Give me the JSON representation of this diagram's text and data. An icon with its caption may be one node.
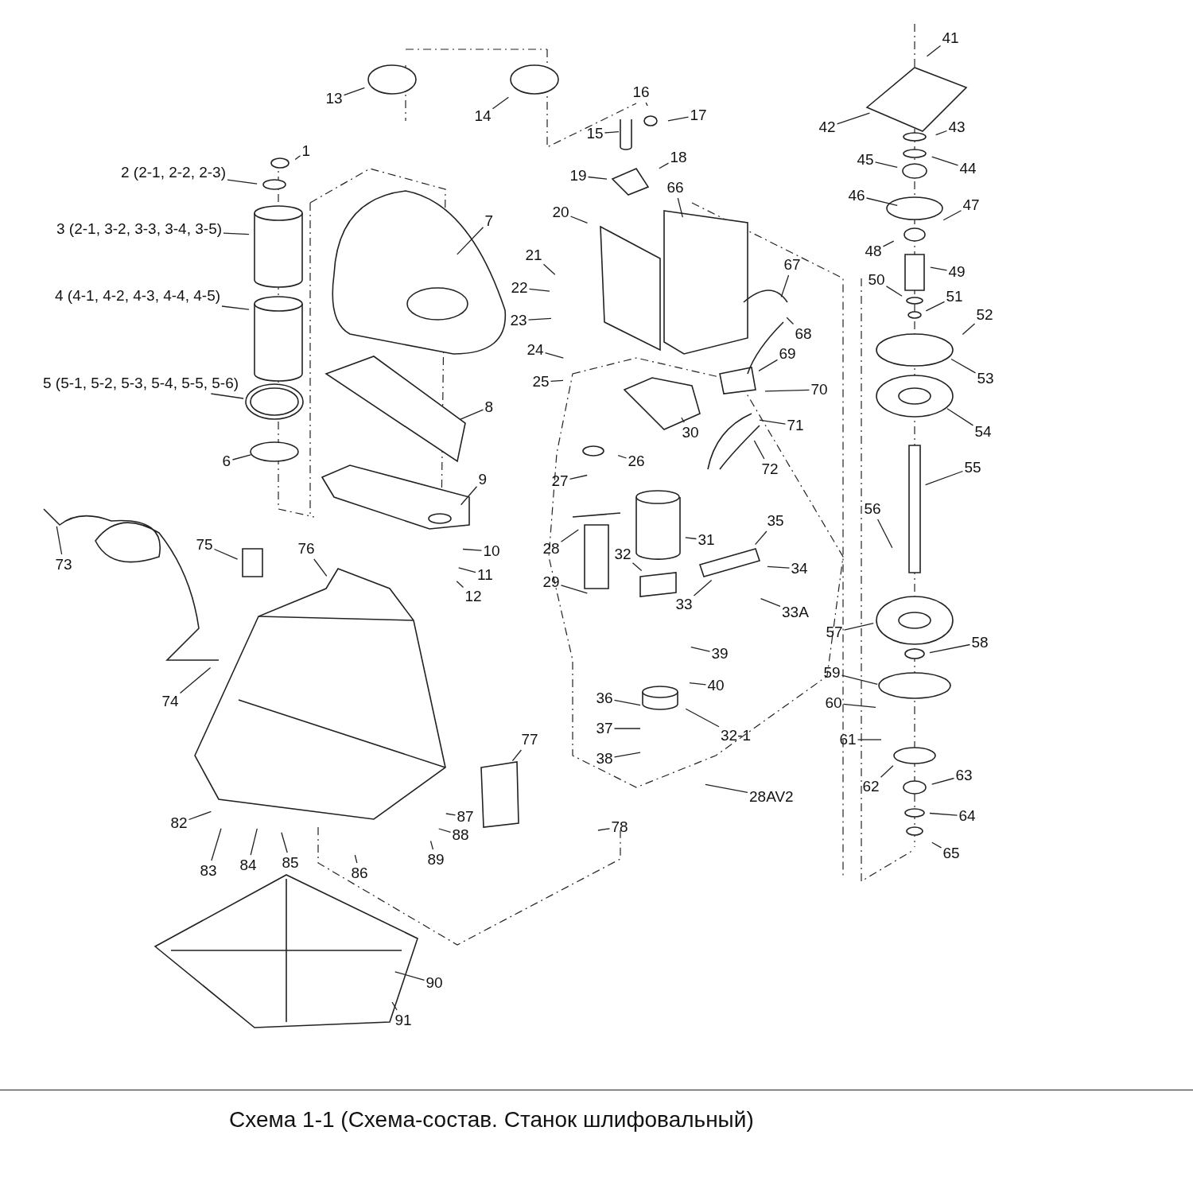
{
  "diagram": {
    "caption": "Схема 1-1 (Схема-состав. Станок шлифовальный)",
    "nodes": [
      {
        "text": [
          "1"
        ]
      },
      {
        "text": [
          "2 (2-1, 2-2, 2-3)"
        ]
      },
      {
        "text": [
          "3 (2-1, 3-2, 3-3, 3-4, 3-5)"
        ]
      },
      {
        "text": [
          "4 (4-1, 4-2, 4-3, 4-4, 4-5)"
        ]
      },
      {
        "text": [
          "5 (5-1, 5-2, 5-3, 5-4, 5-5, 5-6)"
        ]
      },
      {
        "text": [
          "6"
        ]
      },
      {
        "text": [
          "7"
        ]
      },
      {
        "text": [
          "8"
        ]
      },
      {
        "text": [
          "9"
        ]
      },
      {
        "text": [
          "10"
        ]
      },
      {
        "text": [
          "11"
        ]
      },
      {
        "text": [
          "12"
        ]
      },
      {
        "text": [
          "13"
        ]
      },
      {
        "text": [
          "14"
        ]
      },
      {
        "text": [
          "15"
        ]
      },
      {
        "text": [
          "16"
        ]
      },
      {
        "text": [
          "17"
        ]
      },
      {
        "text": [
          "18"
        ]
      },
      {
        "text": [
          "19"
        ]
      },
      {
        "text": [
          "20"
        ]
      },
      {
        "text": [
          "21"
        ]
      },
      {
        "text": [
          "22"
        ]
      },
      {
        "text": [
          "23"
        ]
      },
      {
        "text": [
          "24"
        ]
      },
      {
        "text": [
          "25"
        ]
      },
      {
        "text": [
          "26"
        ]
      },
      {
        "text": [
          "27"
        ]
      },
      {
        "text": [
          "28"
        ]
      },
      {
        "text": [
          "29"
        ]
      },
      {
        "text": [
          "30"
        ]
      },
      {
        "text": [
          "31"
        ]
      },
      {
        "text": [
          "32"
        ]
      },
      {
        "text": [
          "33"
        ]
      },
      {
        "text": [
          "34"
        ]
      },
      {
        "text": [
          "35"
        ]
      },
      {
        "text": [
          "33A"
        ]
      },
      {
        "text": [
          "36"
        ]
      },
      {
        "text": [
          "37"
        ]
      },
      {
        "text": [
          "38"
        ]
      },
      {
        "text": [
          "39"
        ]
      },
      {
        "text": [
          "40"
        ]
      },
      {
        "text": [
          "32-1"
        ]
      },
      {
        "text": [
          "28AV2"
        ]
      },
      {
        "text": [
          "41"
        ]
      },
      {
        "text": [
          "42"
        ]
      },
      {
        "text": [
          "43"
        ]
      },
      {
        "text": [
          "44"
        ]
      },
      {
        "text": [
          "45"
        ]
      },
      {
        "text": [
          "46"
        ]
      },
      {
        "text": [
          "47"
        ]
      },
      {
        "text": [
          "48"
        ]
      },
      {
        "text": [
          "49"
        ]
      },
      {
        "text": [
          "50"
        ]
      },
      {
        "text": [
          "51"
        ]
      },
      {
        "text": [
          "52"
        ]
      },
      {
        "text": [
          "53"
        ]
      },
      {
        "text": [
          "54"
        ]
      },
      {
        "text": [
          "55"
        ]
      },
      {
        "text": [
          "56"
        ]
      },
      {
        "text": [
          "57"
        ]
      },
      {
        "text": [
          "58"
        ]
      },
      {
        "text": [
          "59"
        ]
      },
      {
        "text": [
          "60"
        ]
      },
      {
        "text": [
          "61"
        ]
      },
      {
        "text": [
          "62"
        ]
      },
      {
        "text": [
          "63"
        ]
      },
      {
        "text": [
          "64"
        ]
      },
      {
        "text": [
          "65"
        ]
      },
      {
        "text": [
          "66"
        ]
      },
      {
        "text": [
          "67"
        ]
      },
      {
        "text": [
          "68"
        ]
      },
      {
        "text": [
          "69"
        ]
      },
      {
        "text": [
          "70"
        ]
      },
      {
        "text": [
          "71"
        ]
      },
      {
        "text": [
          "72"
        ]
      },
      {
        "text": [
          "73"
        ]
      },
      {
        "text": [
          "74"
        ]
      },
      {
        "text": [
          "75"
        ]
      },
      {
        "text": [
          "76"
        ]
      },
      {
        "text": [
          "77"
        ]
      },
      {
        "text": [
          "78"
        ]
      },
      {
        "text": [
          "82"
        ]
      },
      {
        "text": [
          "83"
        ]
      },
      {
        "text": [
          "84"
        ]
      },
      {
        "text": [
          "85"
        ]
      },
      {
        "text": [
          "86"
        ]
      },
      {
        "text": [
          "87"
        ]
      },
      {
        "text": [
          "88"
        ]
      },
      {
        "text": [
          "89"
        ]
      },
      {
        "text": [
          "90"
        ]
      },
      {
        "text": [
          "91"
        ]
      }
    ],
    "edges": [
      {
        "from": 0,
        "to": null,
        "arrow": "none"
      },
      {
        "from": 1,
        "to": null,
        "arrow": "none"
      },
      {
        "from": 2,
        "to": null,
        "arrow": "none"
      },
      {
        "from": 3,
        "to": null,
        "arrow": "none"
      },
      {
        "from": 4,
        "to": null,
        "arrow": "none"
      },
      {
        "from": 5,
        "to": null,
        "arrow": "none"
      },
      {
        "from": 6,
        "to": null,
        "arrow": "none"
      },
      {
        "from": 7,
        "to": null,
        "arrow": "none"
      },
      {
        "from": 8,
        "to": null,
        "arrow": "none"
      },
      {
        "from": 9,
        "to": null,
        "arrow": "none"
      },
      {
        "from": 10,
        "to": null,
        "arrow": "none"
      },
      {
        "from": 11,
        "to": null,
        "arrow": "none"
      },
      {
        "from": 12,
        "to": null,
        "arrow": "none"
      },
      {
        "from": 13,
        "to": null,
        "arrow": "none"
      },
      {
        "from": 14,
        "to": null,
        "arrow": "none"
      },
      {
        "from": 15,
        "to": null,
        "arrow": "none"
      },
      {
        "from": 16,
        "to": null,
        "arrow": "none"
      },
      {
        "from": 17,
        "to": null,
        "arrow": "none"
      },
      {
        "from": 18,
        "to": null,
        "arrow": "none"
      },
      {
        "from": 19,
        "to": null,
        "arrow": "none"
      },
      {
        "from": 20,
        "to": null,
        "arrow": "none"
      },
      {
        "from": 21,
        "to": null,
        "arrow": "none"
      },
      {
        "from": 22,
        "to": null,
        "arrow": "none"
      },
      {
        "from": 23,
        "to": null,
        "arrow": "none"
      },
      {
        "from": 24,
        "to": null,
        "arrow": "none"
      },
      {
        "from": 25,
        "to": null,
        "arrow": "none"
      },
      {
        "from": 26,
        "to": null,
        "arrow": "none"
      },
      {
        "from": 27,
        "to": null,
        "arrow": "none"
      },
      {
        "from": 28,
        "to": null,
        "arrow": "none"
      },
      {
        "from": 29,
        "to": null,
        "arrow": "none"
      },
      {
        "from": 30,
        "to": null,
        "arrow": "none"
      },
      {
        "from": 31,
        "to": null,
        "arrow": "none"
      },
      {
        "from": 32,
        "to": null,
        "arrow": "none"
      },
      {
        "from": 33,
        "to": null,
        "arrow": "none"
      },
      {
        "from": 34,
        "to": null,
        "arrow": "none"
      },
      {
        "from": 35,
        "to": null,
        "arrow": "none"
      },
      {
        "from": 36,
        "to": null,
        "arrow": "none"
      },
      {
        "from": 37,
        "to": null,
        "arrow": "none"
      },
      {
        "from": 38,
        "to": null,
        "arrow": "none"
      },
      {
        "from": 39,
        "to": null,
        "arrow": "none"
      },
      {
        "from": 40,
        "to": null,
        "arrow": "none"
      },
      {
        "from": 41,
        "to": null,
        "arrow": "none"
      },
      {
        "from": 42,
        "to": null,
        "arrow": "none"
      },
      {
        "from": 43,
        "to": null,
        "arrow": "none"
      },
      {
        "from": 44,
        "to": null,
        "arrow": "none"
      },
      {
        "from": 45,
        "to": null,
        "arrow": "none"
      },
      {
        "from": 46,
        "to": null,
        "arrow": "none"
      },
      {
        "from": 47,
        "to": null,
        "arrow": "none"
      },
      {
        "from": 48,
        "to": null,
        "arrow": "none"
      },
      {
        "from": 49,
        "to": null,
        "arrow": "none"
      },
      {
        "from": 50,
        "to": null,
        "arrow": "none"
      },
      {
        "from": 51,
        "to": null,
        "arrow": "none"
      },
      {
        "from": 52,
        "to": null,
        "arrow": "none"
      },
      {
        "from": 53,
        "to": null,
        "arrow": "none"
      },
      {
        "from": 54,
        "to": null,
        "arrow": "none"
      },
      {
        "from": 55,
        "to": null,
        "arrow": "none"
      },
      {
        "from": 56,
        "to": null,
        "arrow": "none"
      },
      {
        "from": 57,
        "to": null,
        "arrow": "none"
      },
      {
        "from": 58,
        "to": null,
        "arrow": "none"
      },
      {
        "from": 59,
        "to": null,
        "arrow": "none"
      },
      {
        "from": 60,
        "to": null,
        "arrow": "none"
      },
      {
        "from": 61,
        "to": null,
        "arrow": "none"
      },
      {
        "from": 62,
        "to": null,
        "arrow": "none"
      },
      {
        "from": 63,
        "to": null,
        "arrow": "none"
      },
      {
        "from": 64,
        "to": null,
        "arrow": "none"
      },
      {
        "from": 65,
        "to": null,
        "arrow": "none"
      },
      {
        "from": 66,
        "to": null,
        "arrow": "none"
      },
      {
        "from": 67,
        "to": null,
        "arrow": "none"
      },
      {
        "from": 68,
        "to": null,
        "arrow": "none"
      },
      {
        "from": 69,
        "to": null,
        "arrow": "none"
      },
      {
        "from": 70,
        "to": null,
        "arrow": "none"
      },
      {
        "from": 71,
        "to": null,
        "arrow": "none"
      },
      {
        "from": 72,
        "to": null,
        "arrow": "none"
      },
      {
        "from": 73,
        "to": null,
        "arrow": "none"
      },
      {
        "from": 74,
        "to": null,
        "arrow": "none"
      },
      {
        "from": 75,
        "to": null,
        "arrow": "none"
      },
      {
        "from": 76,
        "to": null,
        "arrow": "none"
      },
      {
        "from": 77,
        "to": null,
        "arrow": "none"
      },
      {
        "from": 78,
        "to": null,
        "arrow": "none"
      },
      {
        "from": 79,
        "to": null,
        "arrow": "none"
      },
      {
        "from": 80,
        "to": null,
        "arrow": "none"
      },
      {
        "from": 81,
        "to": null,
        "arrow": "none"
      },
      {
        "from": 82,
        "to": null,
        "arrow": "none"
      },
      {
        "from": 83,
        "to": null,
        "arrow": "none"
      },
      {
        "from": 84,
        "to": null,
        "arrow": "none"
      },
      {
        "from": 85,
        "to": null,
        "arrow": "none"
      },
      {
        "from": 86,
        "to": null,
        "arrow": "none"
      },
      {
        "from": 87,
        "to": null,
        "arrow": "none"
      },
      {
        "from": 88,
        "to": null,
        "arrow": "none"
      },
      {
        "from": 89,
        "to": null,
        "arrow": "none"
      },
      {
        "from": 90,
        "to": null,
        "arrow": "none"
      }
    ]
  }
}
